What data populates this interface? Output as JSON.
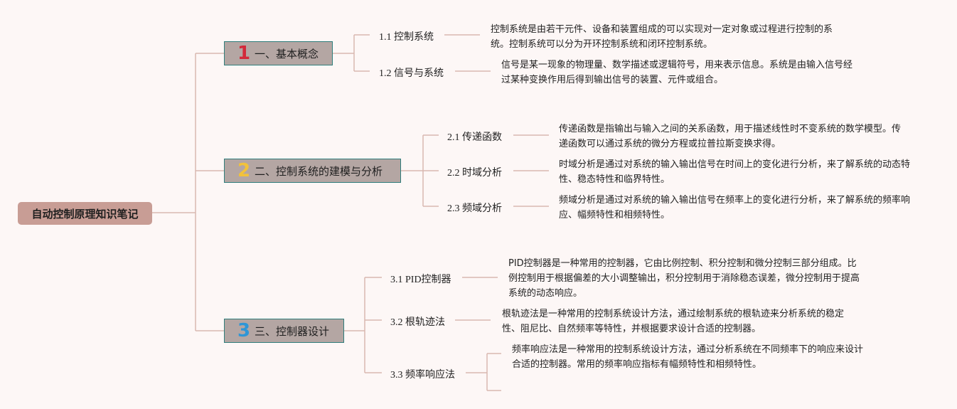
{
  "root": {
    "label": "自动控制原理知识笔记"
  },
  "sections": [
    {
      "badge": "1",
      "badge_color": "#d3293a",
      "title": "一、基本概念",
      "items": [
        {
          "label": "1.1 控制系统",
          "desc": "控制系统是由若干元件、设备和装置组成的可以实现对一定对象或过程进行控制的系统。控制系统可以分为开环控制系统和闭环控制系统。"
        },
        {
          "label": "1.2 信号与系统",
          "desc": "信号是某一现象的物理量、数学描述或逻辑符号，用来表示信息。系统是由输入信号经过某种变换作用后得到输出信号的装置、元件或组合。"
        }
      ]
    },
    {
      "badge": "2",
      "badge_color": "#f2c23a",
      "title": "二、控制系统的建模与分析",
      "items": [
        {
          "label": "2.1 传递函数",
          "desc": "传递函数是指输出与输入之间的关系函数，用于描述线性时不变系统的数学模型。传递函数可以通过系统的微分方程或拉普拉斯变换求得。"
        },
        {
          "label": "2.2 时域分析",
          "desc": "时域分析是通过对系统的输入输出信号在时间上的变化进行分析，来了解系统的动态特性、稳态特性和临界特性。"
        },
        {
          "label": "2.3 频域分析",
          "desc": "频域分析是通过对系统的输入输出信号在频率上的变化进行分析，来了解系统的频率响应、幅频特性和相频特性。"
        }
      ]
    },
    {
      "badge": "3",
      "badge_color": "#2f96d6",
      "title": "三、控制器设计",
      "items": [
        {
          "label": "3.1 PID控制器",
          "desc": "PID控制器是一种常用的控制器，它由比例控制、积分控制和微分控制三部分组成。比例控制用于根据偏差的大小调整输出，积分控制用于消除稳态误差，微分控制用于提高系统的动态响应。"
        },
        {
          "label": "3.2 根轨迹法",
          "desc": "根轨迹法是一种常用的控制系统设计方法，通过绘制系统的根轨迹来分析系统的稳定性、阻尼比、自然频率等特性，并根据要求设计合适的控制器。"
        },
        {
          "label": "3.3 频率响应法",
          "desc": "频率响应法是一种常用的控制系统设计方法，通过分析系统在不同频率下的响应来设计合适的控制器。常用的频率响应指标有幅频特性和相频特性。"
        }
      ]
    }
  ]
}
